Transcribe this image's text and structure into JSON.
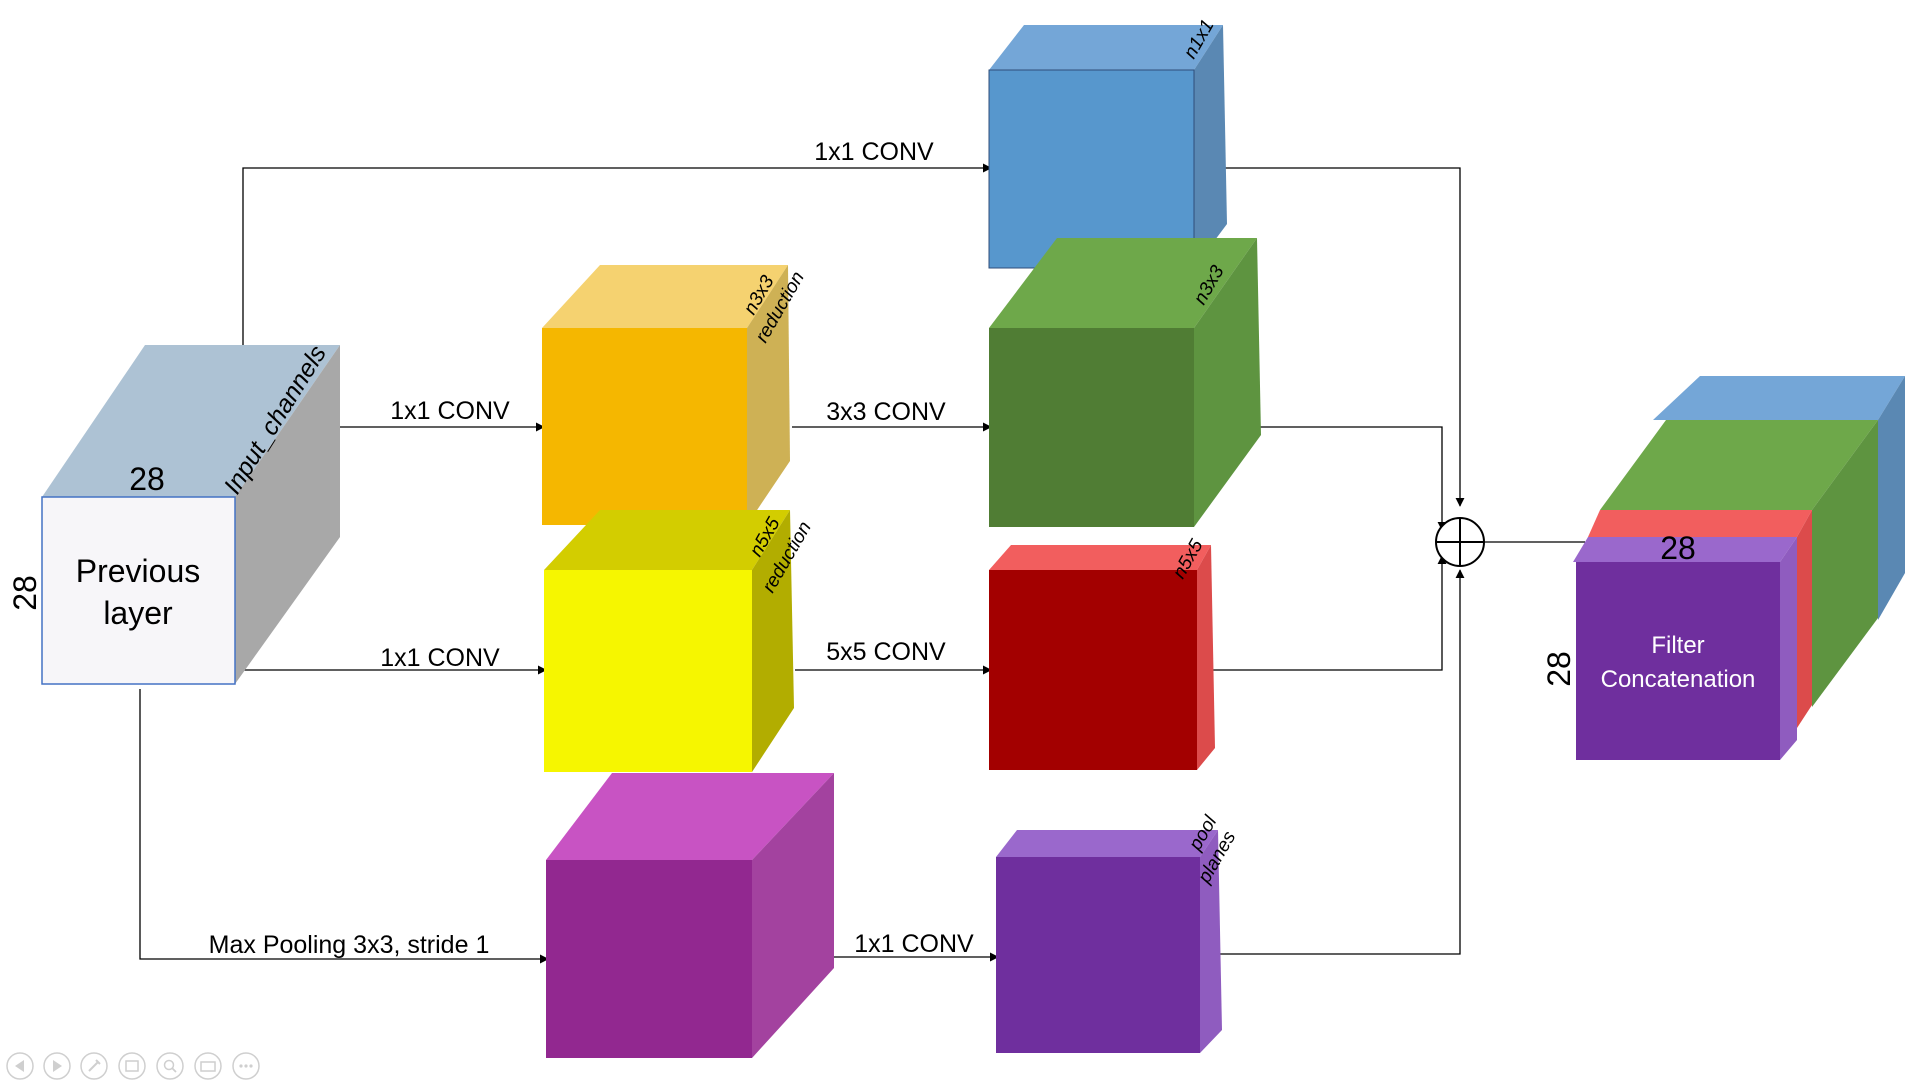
{
  "prev_layer": {
    "line1": "Previous",
    "line2": "layer",
    "height_label": "28",
    "width_label": "28",
    "channels_label": "Input_channels"
  },
  "edges": {
    "top_conv": "1x1 CONV",
    "reduce3_conv": "1x1 CONV",
    "reduce5_conv": "1x1 CONV",
    "conv3": "3x3 CONV",
    "conv5": "5x5 CONV",
    "pool": "Max Pooling 3x3, stride 1",
    "pool_conv": "1x1 CONV"
  },
  "blocks": {
    "n1x1": "n1x1",
    "n3x3": "n3x3",
    "n5x5": "n5x5",
    "n3x3_red_a": "n3x3",
    "n3x3_red_b": "reduction",
    "n5x5_red_a": "n5x5",
    "n5x5_red_b": "reduction",
    "pool_a": "pool",
    "pool_b": "planes"
  },
  "output": {
    "line1": "Filter",
    "line2": "Concatenation",
    "height_label": "28",
    "width_label": "28"
  },
  "colors": {
    "prev_front": "#f7f6f9",
    "prev_top": "#adc2d4",
    "prev_side": "#a8a8a8",
    "blue_front": "#5797cd",
    "blue_top": "#74a6d7",
    "blue_side": "#5a88b3",
    "green_front": "#507d34",
    "green_top": "#6ea84a",
    "green_side": "#5e9440",
    "red_front": "#a30000",
    "red_top": "#f25e5e",
    "red_side": "#dc4b4b",
    "purple_front": "#6f2f9e",
    "purple_top": "#9a68cc",
    "purple_side": "#8f5cbf",
    "orange_front": "#f5b700",
    "orange_top": "#f5d270",
    "orange_side": "#ceb155",
    "yellow_front": "#f6f600",
    "yellow_top": "#d3cd00",
    "yellow_side": "#b2ad00",
    "magenta_front": "#922890",
    "magenta_top": "#c853c3",
    "magenta_side": "#a3429f"
  },
  "toolbar": [
    "back-icon",
    "forward-icon",
    "pen-icon",
    "slides-icon",
    "zoom-icon",
    "subtitles-icon",
    "more-icon"
  ]
}
